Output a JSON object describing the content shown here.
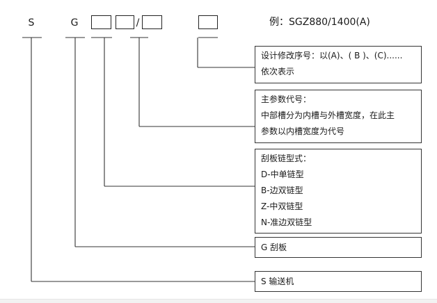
{
  "code": {
    "letter_s": "S",
    "letter_g": "G",
    "slash": "/"
  },
  "example": "例：SGZ880/1400(A)",
  "boxes": [
    {
      "lines": [
        "设计修改序号：以(A)、( B )、(C)......",
        "依次表示"
      ]
    },
    {
      "lines": [
        "主参数代号：",
        "中部槽分为内槽与外槽宽度，在此主",
        "参数以内槽宽度为代号"
      ]
    },
    {
      "lines": [
        "刮板链型式：",
        "D-中单链型",
        "B-边双链型",
        "Z-中双链型",
        "N-准边双链型"
      ]
    },
    {
      "lines": [
        "G 刮板"
      ]
    },
    {
      "lines": [
        "S 输送机"
      ]
    }
  ]
}
